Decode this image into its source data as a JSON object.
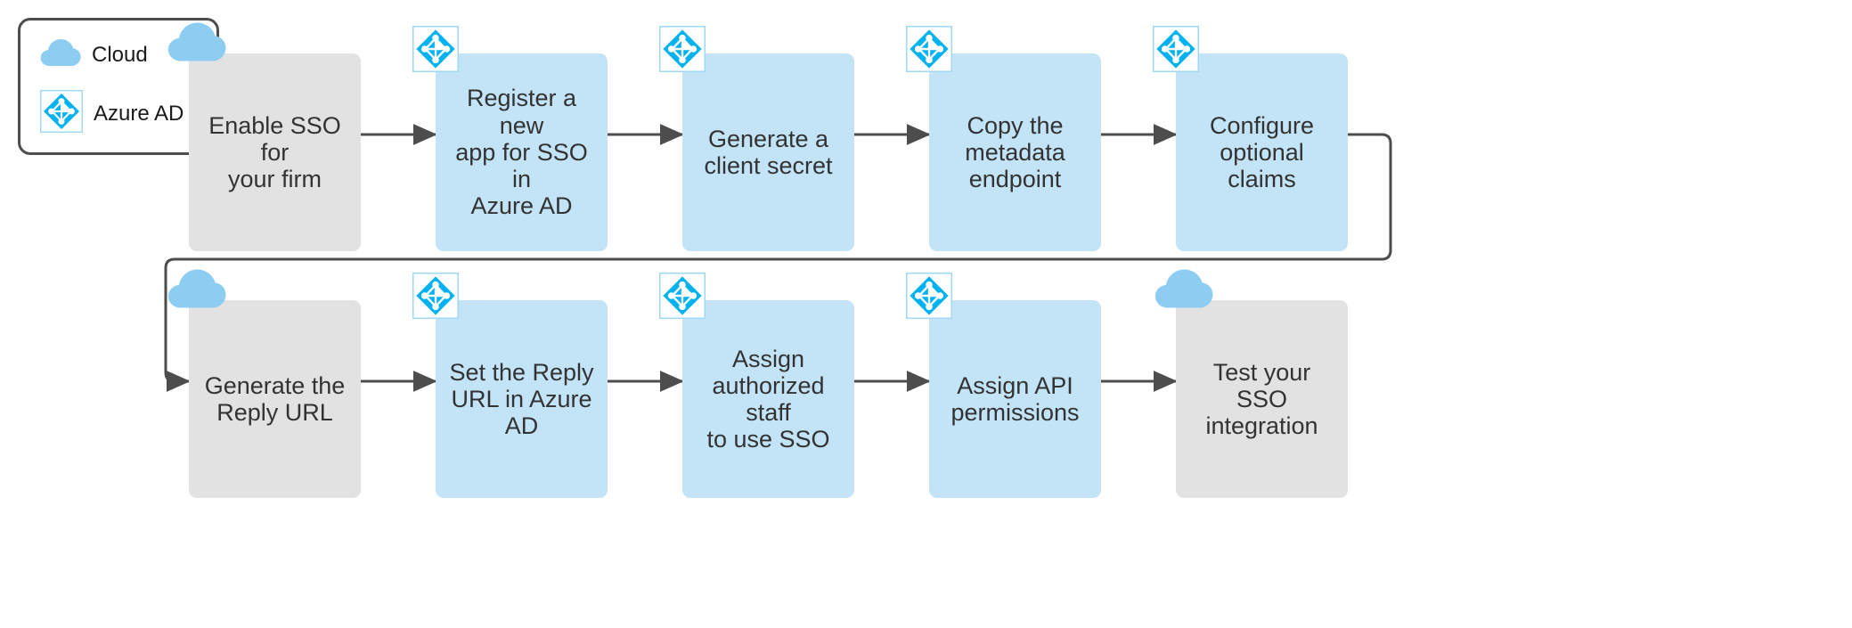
{
  "diagram": {
    "title": "Enable SSO with Azure AD flowchart",
    "colors": {
      "cloud_node_fill": "#e2e2e2",
      "azure_node_fill": "#c3e3f7",
      "cloud_icon": "#8ecdf2",
      "azure_icon": "#00b2f0",
      "azure_icon_border": "#9fd9f5",
      "connector": "#4d4d4d",
      "text": "#333333",
      "legend_border": "#4d4d4d",
      "background": "#ffffff"
    }
  },
  "legend": {
    "items": [
      {
        "icon": "cloud-icon",
        "label": "Cloud"
      },
      {
        "icon": "azure-ad-icon",
        "label": "Azure AD"
      }
    ]
  },
  "flow": {
    "rows": [
      {
        "row_index": 1,
        "nodes": [
          {
            "id": "step-1",
            "label": "Enable SSO for\nyour firm",
            "type": "cloud",
            "icon": "cloud-icon"
          },
          {
            "id": "step-2",
            "label": "Register a new\napp for SSO in\nAzure AD",
            "type": "azure",
            "icon": "azure-ad-icon"
          },
          {
            "id": "step-3",
            "label": "Generate a\nclient secret",
            "type": "azure",
            "icon": "azure-ad-icon"
          },
          {
            "id": "step-4",
            "label": "Copy the\nmetadata\nendpoint",
            "type": "azure",
            "icon": "azure-ad-icon"
          },
          {
            "id": "step-5",
            "label": "Configure\noptional claims",
            "type": "azure",
            "icon": "azure-ad-icon"
          }
        ]
      },
      {
        "row_index": 2,
        "nodes": [
          {
            "id": "step-6",
            "label": "Generate the\nReply URL",
            "type": "cloud",
            "icon": "cloud-icon"
          },
          {
            "id": "step-7",
            "label": "Set the Reply\nURL in Azure\nAD",
            "type": "azure",
            "icon": "azure-ad-icon"
          },
          {
            "id": "step-8",
            "label": "Assign\nauthorized staff\nto use SSO",
            "type": "azure",
            "icon": "azure-ad-icon"
          },
          {
            "id": "step-9",
            "label": "Assign API\npermissions",
            "type": "azure",
            "icon": "azure-ad-icon"
          },
          {
            "id": "step-10",
            "label": "Test your SSO\nintegration",
            "type": "cloud",
            "icon": "cloud-icon"
          }
        ]
      }
    ],
    "connections": [
      {
        "from": "step-1",
        "to": "step-2",
        "style": "straight-arrow"
      },
      {
        "from": "step-2",
        "to": "step-3",
        "style": "straight-arrow"
      },
      {
        "from": "step-3",
        "to": "step-4",
        "style": "straight-arrow"
      },
      {
        "from": "step-4",
        "to": "step-5",
        "style": "straight-arrow"
      },
      {
        "from": "step-5",
        "to": "step-6",
        "style": "wrap-around-arrow"
      },
      {
        "from": "step-6",
        "to": "step-7",
        "style": "straight-arrow"
      },
      {
        "from": "step-7",
        "to": "step-8",
        "style": "straight-arrow"
      },
      {
        "from": "step-8",
        "to": "step-9",
        "style": "straight-arrow"
      },
      {
        "from": "step-9",
        "to": "step-10",
        "style": "straight-arrow"
      }
    ]
  }
}
